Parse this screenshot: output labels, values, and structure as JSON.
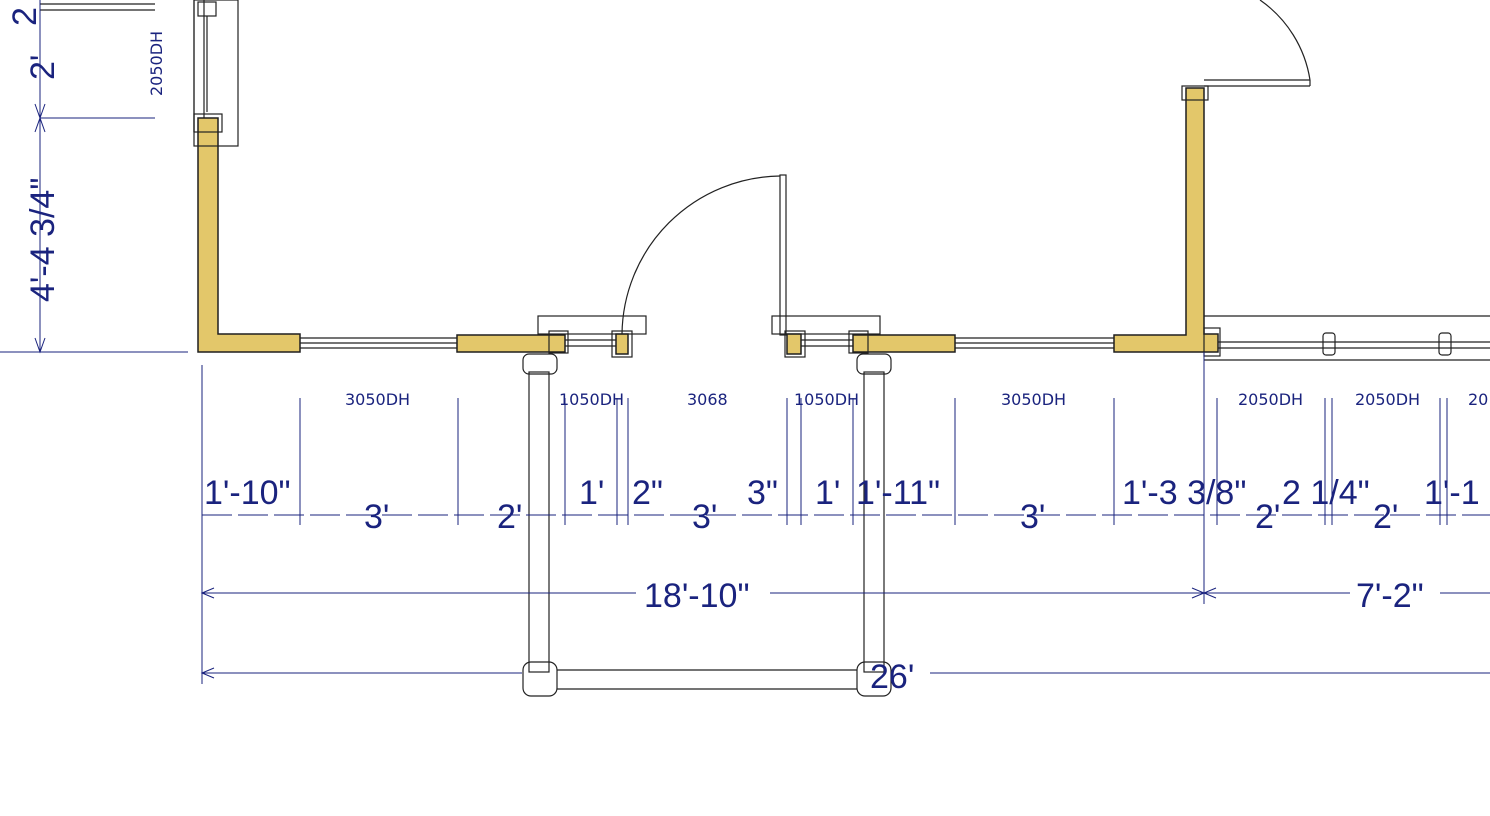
{
  "colors": {
    "wall_fill": "#e3c76a",
    "wall_stroke": "#1f1f1f",
    "dimension": "#1a237e",
    "background": "#ffffff"
  },
  "window_labels": {
    "top_left": "2050DH",
    "w1": "3050DH",
    "w2": "1050DH",
    "door": "3068",
    "w3": "1050DH",
    "w4": "3050DH",
    "w5": "2050DH",
    "w6": "2050DH",
    "w7": "20"
  },
  "vertical_dims": {
    "top": "2",
    "upper": "2'",
    "lower": "4'-4 3/4\""
  },
  "segment_dims": {
    "d1": "1'-10\"",
    "d2": "3'",
    "d3": "2'",
    "d4": "1'",
    "d5": "2\"",
    "d6": "3'",
    "d7": "3\"",
    "d8": "1'",
    "d9": "1'-11\"",
    "d10": "3'",
    "d11": "1'-3 3/8\"",
    "d12": "2'",
    "d13": "2 1/4\"",
    "d14": "2'",
    "d15": "1'-1"
  },
  "overall_dims": {
    "main": "18'-10\"",
    "right": "7'-2\"",
    "total": "26'"
  }
}
